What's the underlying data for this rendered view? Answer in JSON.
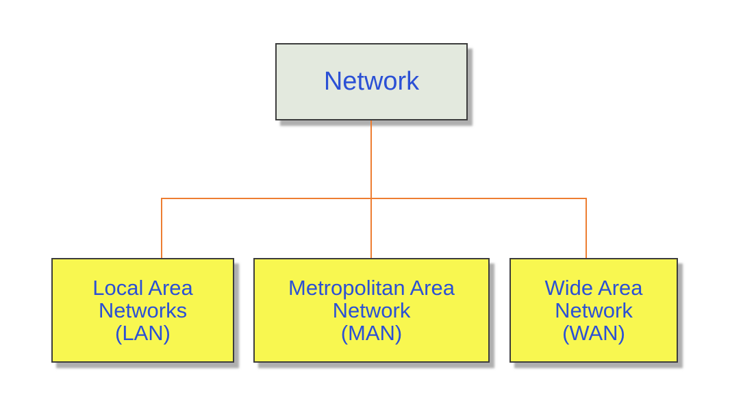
{
  "colors": {
    "background": "#ffffff",
    "root_fill": "#e3e9de",
    "child_fill": "#f8f750",
    "node_border": "#3c3c3c",
    "label_color": "#2b50d5",
    "connector_color": "#ed7d31"
  },
  "diagram": {
    "root": {
      "label": "Network"
    },
    "children": [
      {
        "lines": [
          "Local Area",
          "Networks",
          "(LAN)"
        ]
      },
      {
        "lines": [
          "Metropolitan Area",
          "Network",
          "(MAN)"
        ]
      },
      {
        "lines": [
          "Wide Area",
          "Network",
          "(WAN)"
        ]
      }
    ]
  }
}
